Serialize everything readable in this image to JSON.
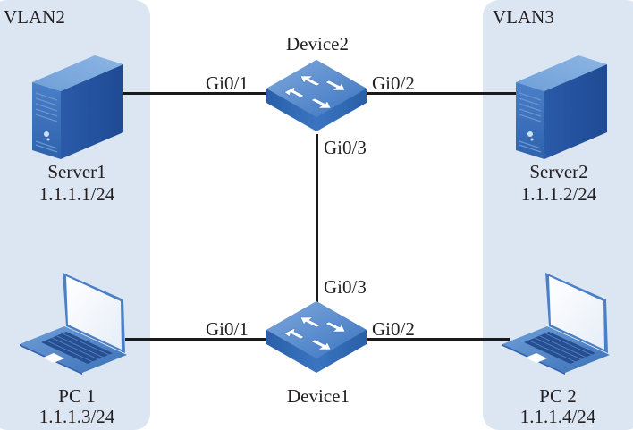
{
  "vlans": [
    {
      "label": "VLAN2"
    },
    {
      "label": "VLAN3"
    }
  ],
  "devices": {
    "device2": {
      "name": "Device2",
      "ports": {
        "left": "Gi0/1",
        "right": "Gi0/2",
        "down": "Gi0/3"
      }
    },
    "device1": {
      "name": "Device1",
      "ports": {
        "left": "Gi0/1",
        "right": "Gi0/2",
        "up": "Gi0/3"
      }
    }
  },
  "hosts": {
    "server1": {
      "name": "Server1",
      "ip": "1.1.1.1/24",
      "type": "server-icon"
    },
    "server2": {
      "name": "Server2",
      "ip": "1.1.1.2/24",
      "type": "server-icon"
    },
    "pc1": {
      "name": "PC 1",
      "ip": "1.1.1.3/24",
      "type": "laptop-icon"
    },
    "pc2": {
      "name": "PC 2",
      "ip": "1.1.1.4/24",
      "type": "laptop-icon"
    }
  },
  "colors": {
    "vlan_background": "#dce6f3",
    "device_blue": "#2e6bb5",
    "link": "#1a1a1a",
    "text": "#231f20"
  }
}
